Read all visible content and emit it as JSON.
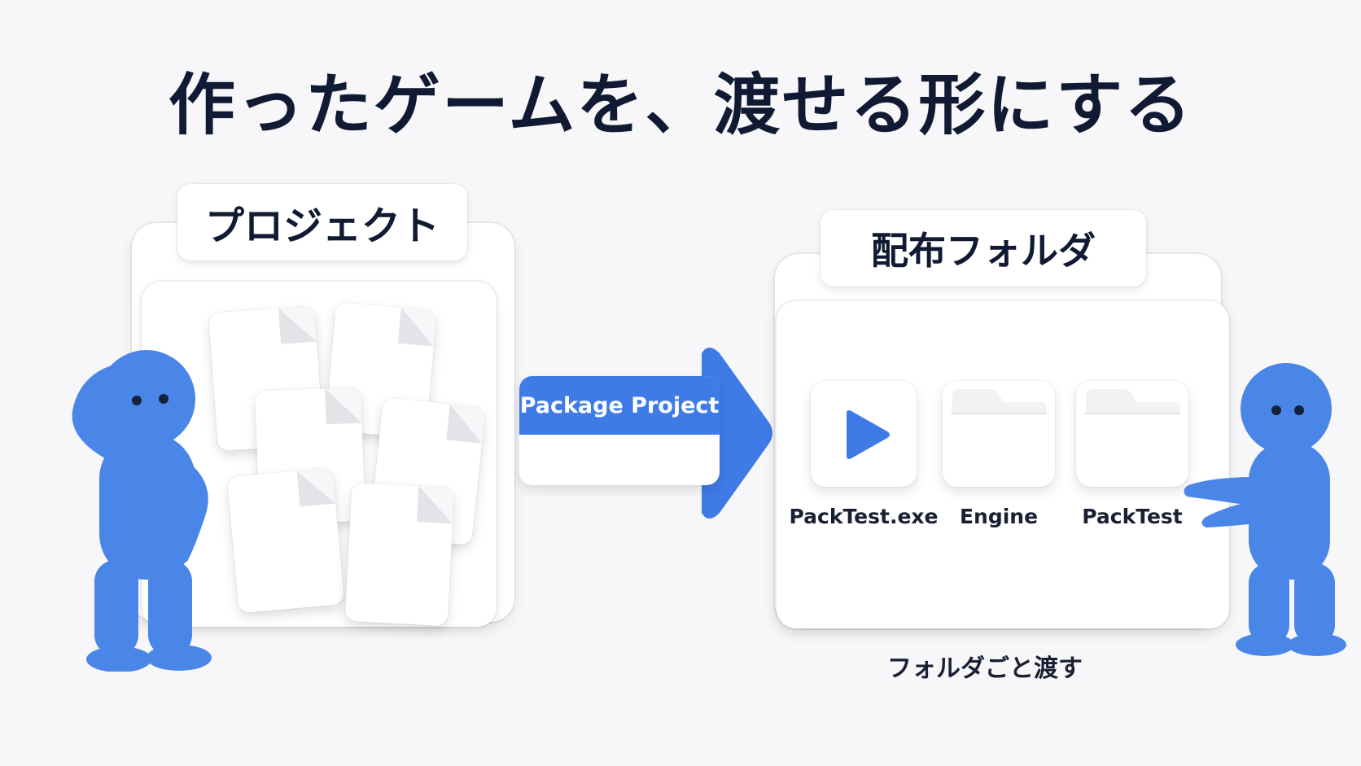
{
  "title": "作ったゲームを、渡せる形にする",
  "project": {
    "label": "プロジェクト"
  },
  "action_button": {
    "label": "Package Project"
  },
  "distribution": {
    "label": "配布フォルダ",
    "items": [
      {
        "name": "PackTest.exe",
        "icon": "play-icon"
      },
      {
        "name": "Engine",
        "icon": "folder-icon"
      },
      {
        "name": "PackTest",
        "icon": "folder-icon"
      }
    ],
    "caption": "フォルダごと渡す"
  },
  "colors": {
    "accent_blue": "#3f7be6",
    "figure_blue": "#4a86e8",
    "title_text": "#111a33",
    "background": "#f7f7f9"
  }
}
